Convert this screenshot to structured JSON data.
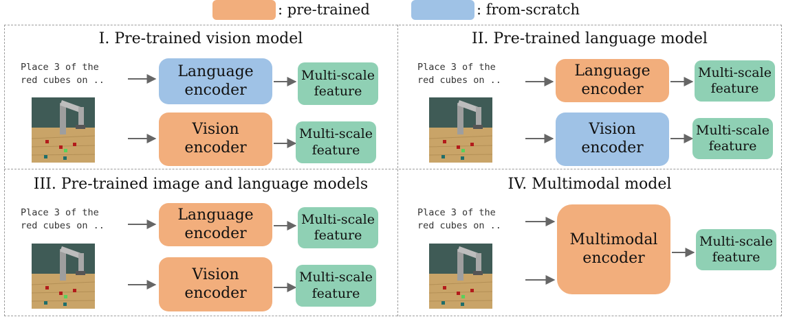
{
  "legend": {
    "pretrained_label": ": pre-trained",
    "scratch_label": ": from-scratch"
  },
  "colors": {
    "pretrained": "#f2ae7c",
    "scratch": "#9fc2e6",
    "feature": "#8fd0b4",
    "arrow": "#666666",
    "border": "#9a9a9a"
  },
  "instruction": "Place 3 of the\nred cubes on ..",
  "feature_label": "Multi-scale\nfeature",
  "panels": [
    {
      "title": "I. Pre-trained vision model",
      "language_encoder": "Language\nencoder",
      "vision_encoder": "Vision\nencoder"
    },
    {
      "title": "II. Pre-trained language model",
      "language_encoder": "Language\nencoder",
      "vision_encoder": "Vision\nencoder"
    },
    {
      "title": "III. Pre-trained image and language models",
      "language_encoder": "Language\nencoder",
      "vision_encoder": "Vision\nencoder"
    },
    {
      "title": "IV. Multimodal model",
      "multimodal_encoder": "Multimodal\nencoder"
    }
  ]
}
